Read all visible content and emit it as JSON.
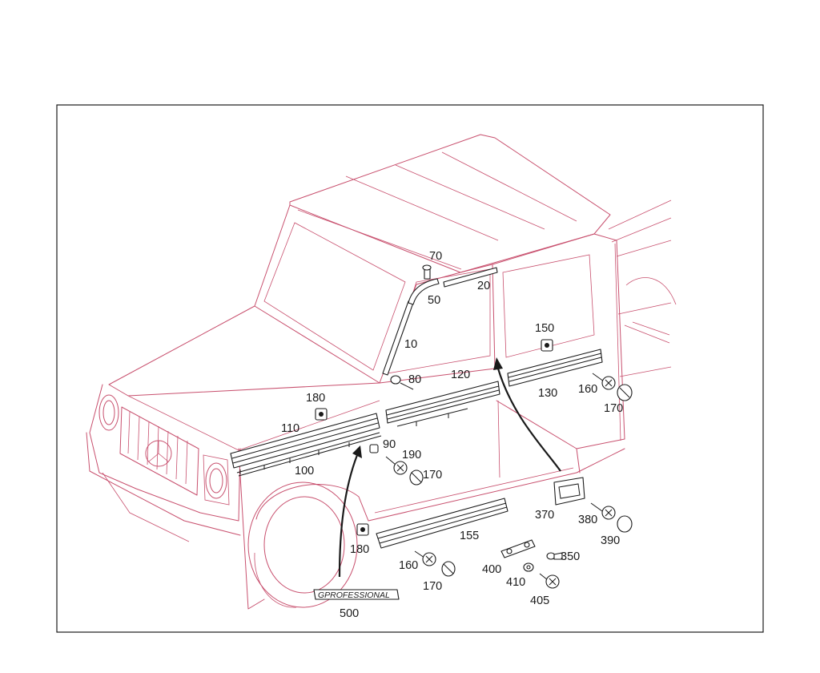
{
  "diagram": {
    "callouts": {
      "c10": "10",
      "c20": "20",
      "c50": "50",
      "c70": "70",
      "c80": "80",
      "c90": "90",
      "c100": "100",
      "c110": "110",
      "c120": "120",
      "c130": "130",
      "c150": "150",
      "c155": "155",
      "c160a": "160",
      "c160b": "160",
      "c170a": "170",
      "c170b": "170",
      "c170c": "170",
      "c180a": "180",
      "c180b": "180",
      "c190": "190",
      "c350": "350",
      "c370": "370",
      "c380": "380",
      "c390": "390",
      "c400": "400",
      "c405": "405",
      "c410": "410",
      "c500": "500"
    },
    "badge_text": "GPROFESSIONAL",
    "colors": {
      "vehicle_outline": "#c8506e",
      "parts": "#1a1a1a",
      "frame": "#1a1a1a",
      "background": "#ffffff"
    }
  }
}
